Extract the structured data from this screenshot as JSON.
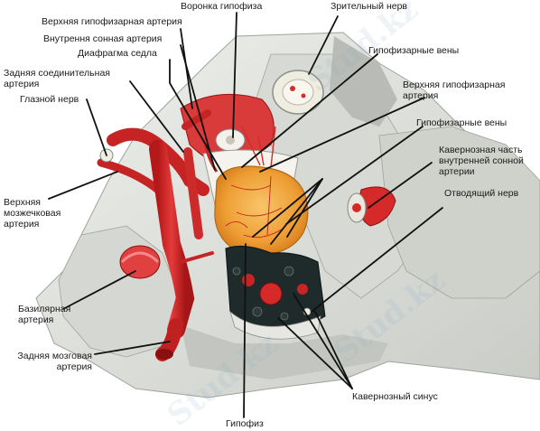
{
  "labels": {
    "voronka": "Воронка гипофиза",
    "verkh_art_1": "Верхняя гипофизарная артерия",
    "vnutr_sonnaya": "Внутрення сонная артерия",
    "diafragma": "Диафрагма седла",
    "zadnyaya_soed": "Задняя соединительная артерия",
    "glaznoy": "Глазной нерв",
    "zritelny": "Зрительный нерв",
    "gipof_veny_1": "Гипофизарные вены",
    "verkh_art_2": "Верхняя гипофизарная артерия",
    "gipof_veny_2": "Гипофизарные вены",
    "kavern_chast": "Кавернозная часть внутренней сонной артерии",
    "otvodyashy": "Отводящий нерв",
    "verkh_mozzh": "Верхняя мозжечковая артерия",
    "bazilyarnaya": "Базилярная артерия",
    "zadnyaya_mozg": "Задняя мозговая артерия",
    "kavern_sinus": "Кавернозный синус",
    "gipofiz": "Гипофиз"
  },
  "watermark": "Stud.kz",
  "colors": {
    "artery": "#d62a2a",
    "artery_dark": "#9e1414",
    "gland": "#f0a83a",
    "bone": "#e4e6e3",
    "bone_shadow": "#a9aca7",
    "sinus": "#1f2a2a",
    "nerve": "#efeee3",
    "leader": "#111111"
  }
}
